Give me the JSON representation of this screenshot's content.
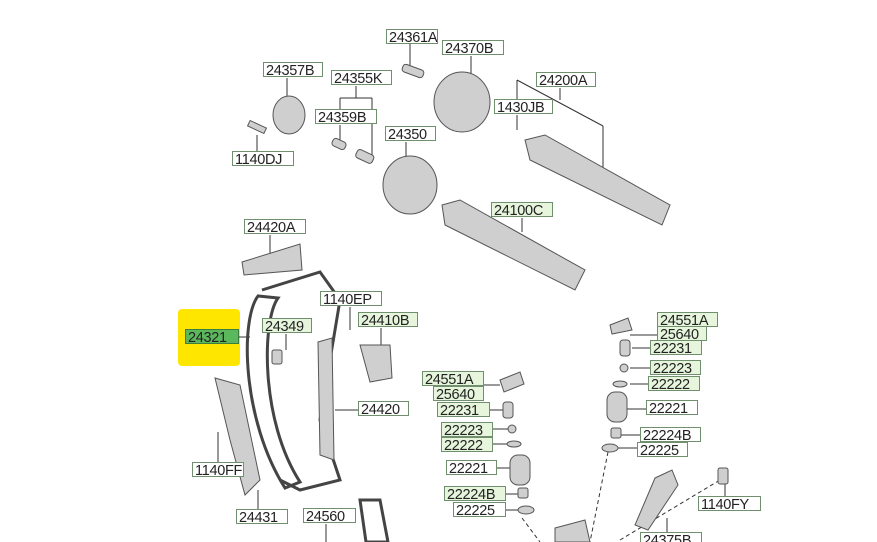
{
  "diagram": {
    "title": "Camshaft & Valve / Timing Chain parts diagram",
    "selected_part": "24321",
    "highlight_color": "#ffe600",
    "label_highlight_color": "#e6f5dc",
    "labels": {
      "p24361A": "24361A",
      "p24370B": "24370B",
      "p24357B": "24357B",
      "p24355K": "24355K",
      "p24200A": "24200A",
      "p1430JB": "1430JB",
      "p24359B": "24359B",
      "p24350": "24350",
      "p1140DJ": "1140DJ",
      "p24100C": "24100C",
      "p24420A": "24420A",
      "p1140EP": "1140EP",
      "p24349": "24349",
      "p24410B": "24410B",
      "p24321": "24321",
      "r24551A": "24551A",
      "r25640": "25640",
      "r22231": "22231",
      "r22223": "22223",
      "r22222": "22222",
      "r22221": "22221",
      "r22224B": "22224B",
      "r22225": "22225",
      "l24551A": "24551A",
      "l25640": "25640",
      "l22231": "22231",
      "l22223": "22223",
      "l22222": "22222",
      "l22221": "22221",
      "l22224B": "22224B",
      "l22225": "22225",
      "p1140FY": "1140FY",
      "p24375B": "24375B",
      "p24420": "24420",
      "p1140FF": "1140FF",
      "p24431": "24431",
      "p24560": "24560"
    }
  }
}
